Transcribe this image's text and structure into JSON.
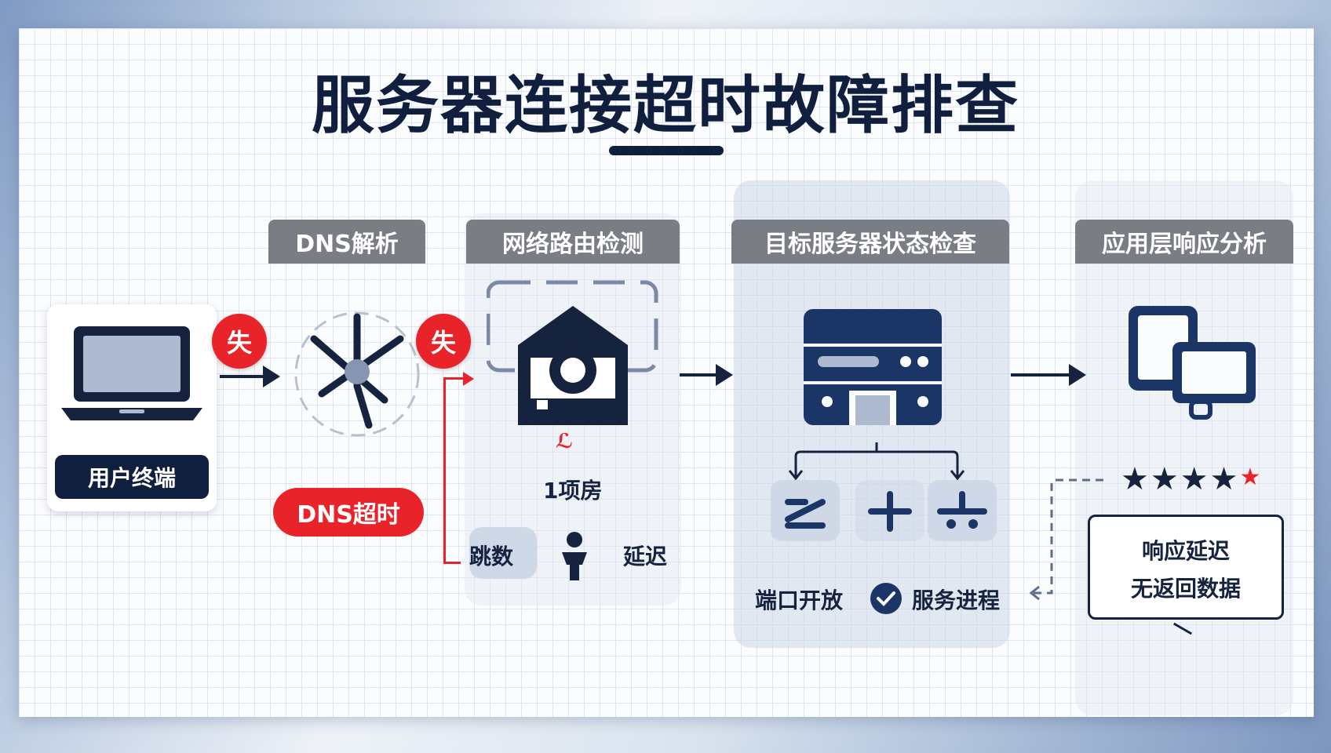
{
  "title": "服务器连接超时故障排查",
  "stages": {
    "dns": {
      "label": "DNS解析"
    },
    "route": {
      "label": "网络路由检测"
    },
    "server": {
      "label": "目标服务器状态检查"
    },
    "app": {
      "label": "应用层响应分析"
    }
  },
  "client": {
    "label": "用户终端"
  },
  "fail_badges": [
    "失",
    "失"
  ],
  "dns_timeout": "DNS超时",
  "route_details": {
    "annotation": "1项房",
    "hops": "跳数",
    "latency": "延迟"
  },
  "server_checks": {
    "port": "端口开放",
    "process": "服务进程"
  },
  "app_response": {
    "line1": "响应延迟",
    "line2": "无返回数据"
  },
  "rating": {
    "value": 5,
    "max": 5
  },
  "colors": {
    "navy": "#0f1f3d",
    "alert_red": "#e8242a",
    "header_gray": "#7a7d83"
  },
  "icons": [
    "laptop-icon",
    "dns-node-icon",
    "network-house-icon",
    "server-icon",
    "devices-icon",
    "person-icon",
    "check-icon"
  ]
}
